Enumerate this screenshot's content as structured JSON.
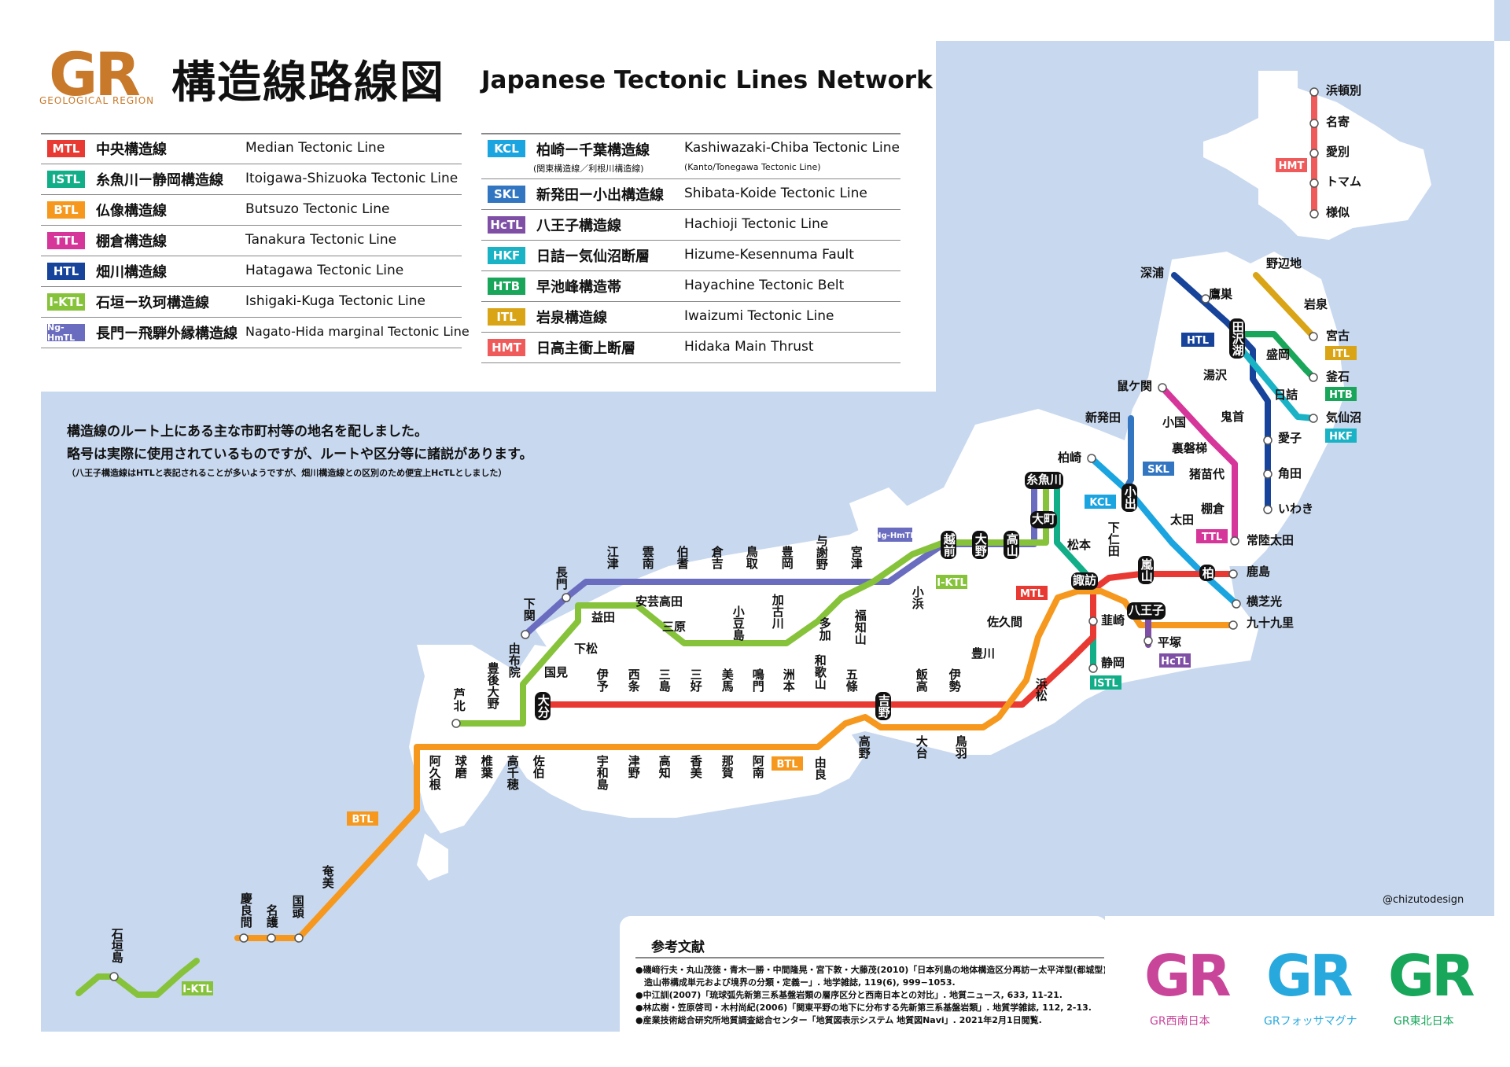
{
  "header": {
    "logo_text": "GR",
    "logo_sub": "GEOLOGICAL REGION",
    "title_jp": "構造線路線図",
    "title_en": "Japanese Tectonic Lines Network"
  },
  "colors": {
    "sea": "#c8d8ef",
    "land": "#ffffff",
    "logo": "#c8792a"
  },
  "legend": {
    "left": [
      {
        "code": "MTL",
        "jp": "中央構造線",
        "en": "Median Tectonic Line",
        "color": "#e83a33"
      },
      {
        "code": "ISTL",
        "jp": "糸魚川ー静岡構造線",
        "en": "Itoigawa-Shizuoka Tectonic Line",
        "color": "#12ae88"
      },
      {
        "code": "BTL",
        "jp": "仏像構造線",
        "en": "Butsuzo Tectonic Line",
        "color": "#f5981d"
      },
      {
        "code": "TTL",
        "jp": "棚倉構造線",
        "en": "Tanakura Tectonic Line",
        "color": "#d6369a"
      },
      {
        "code": "HTL",
        "jp": "畑川構造線",
        "en": "Hatagawa Tectonic Line",
        "color": "#17449a"
      },
      {
        "code": "I-KTL",
        "jp": "石垣ー玖珂構造線",
        "en": "Ishigaki-Kuga Tectonic Line",
        "color": "#86c33a"
      },
      {
        "code": "Ng-HmTL",
        "jp": "長門ー飛騨外縁構造線",
        "en": "Nagato-Hida marginal Tectonic Line",
        "color": "#6a6cc0"
      }
    ],
    "right": [
      {
        "code": "KCL",
        "jp": "柏崎ー千葉構造線",
        "sub": "(関東構造線／利根川構造線)",
        "en": "Kashiwazaki-Chiba Tectonic Line",
        "en_sub": "(Kanto/Tonegawa Tectonic Line)",
        "color": "#1ba5e0"
      },
      {
        "code": "SKL",
        "jp": "新発田ー小出構造線",
        "en": "Shibata-Koide Tectonic Line",
        "color": "#3276c2"
      },
      {
        "code": "HcTL",
        "jp": "八王子構造線",
        "en": "Hachioji Tectonic Line",
        "color": "#7f4fa6"
      },
      {
        "code": "HKF",
        "jp": "日詰ー気仙沼断層",
        "en": "Hizume-Kesennuma Fault",
        "color": "#19b3c5"
      },
      {
        "code": "HTB",
        "jp": "早池峰構造帯",
        "en": "Hayachine Tectonic Belt",
        "color": "#1aa65a"
      },
      {
        "code": "ITL",
        "jp": "岩泉構造線",
        "en": "Iwaizumi Tectonic Line",
        "color": "#d9a415"
      },
      {
        "code": "HMT",
        "jp": "日高主衝上断層",
        "en": "Hidaka Main Thrust",
        "color": "#ef5a5a"
      }
    ]
  },
  "notes": {
    "line1": "構造線のルート上にある主な市町村等の地名を配しました。",
    "line2": "略号は実際に使用されているものですが、ルートや区分等に諸説があります。",
    "line3": "（八王子構造線はHTLと表記されることが多いようですが、畑川構造線との区別のため便宜上HcTLとしました）"
  },
  "stations": {
    "浜頓別": "浜頓別",
    "名寄": "名寄",
    "愛別": "愛別",
    "トマム": "トマム",
    "様似": "様似",
    "深浦": "深浦",
    "鷹巣": "鷹巣",
    "田沢湖": "田沢湖",
    "盛岡": "盛岡",
    "湯沢": "湯沢",
    "日詰": "日詰",
    "鬼首": "鬼首",
    "愛子": "愛子",
    "角田": "角田",
    "いわき": "いわき",
    "野辺地": "野辺地",
    "岩泉": "岩泉",
    "宮古": "宮古",
    "釜石": "釜石",
    "気仙沼": "気仙沼",
    "鼠ケ関": "鼠ケ関",
    "小国": "小国",
    "裏磐梯": "裏磐梯",
    "猪苗代": "猪苗代",
    "棚倉": "棚倉",
    "常陸太田": "常陸太田",
    "新発田": "新発田",
    "小出": "小出",
    "太田": "太田",
    "柏崎": "柏崎",
    "柏": "柏",
    "鹿島": "鹿島",
    "横芝光": "横芝光",
    "九十九里": "九十九里",
    "糸魚川": "糸魚川",
    "大町": "大町",
    "松本": "松本",
    "下仁田": "下仁田",
    "嵐山": "嵐山",
    "八王子": "八王子",
    "平塚": "平塚",
    "諏訪": "諏訪",
    "韮崎": "韮崎",
    "静岡": "静岡",
    "佐久間": "佐久間",
    "豊川": "豊川",
    "浜松": "浜松",
    "越前": "越前",
    "大野": "大野",
    "高山": "高山",
    "小浜": "小浜",
    "下関": "下関",
    "長門": "長門",
    "江津": "江津",
    "雲南": "雲南",
    "伯耆": "伯耆",
    "倉吉": "倉吉",
    "鳥取": "鳥取",
    "豊岡": "豊岡",
    "与謝野": "与謝野",
    "宮津": "宮津",
    "益田": "益田",
    "安芸高田": "安芸高田",
    "三原": "三原",
    "小豆島": "小豆島",
    "加古川": "加古川",
    "多加": "多加",
    "福知山": "福知山",
    "下松": "下松",
    "由布院": "由布院",
    "国見": "国見",
    "豊後大野": "豊後大野",
    "芦北": "芦北",
    "大分": "大分",
    "伊予": "伊予",
    "西条": "西条",
    "三島": "三島",
    "三好": "三好",
    "美馬": "美馬",
    "鳴門": "鳴門",
    "洲本": "洲本",
    "和歌山": "和歌山",
    "五條": "五條",
    "吉野": "吉野",
    "飯高": "飯高",
    "伊勢": "伊勢",
    "阿久根": "阿久根",
    "球磨": "球磨",
    "椎葉": "椎葉",
    "高千穂": "高千穂",
    "佐伯": "佐伯",
    "宇和島": "宇和島",
    "津野": "津野",
    "高知": "高知",
    "香美": "香美",
    "那賀": "那賀",
    "阿南": "阿南",
    "由良": "由良",
    "高野": "高野",
    "大台": "大台",
    "鳥羽": "鳥羽",
    "奄美": "奄美",
    "国頭": "国頭",
    "名護": "名護",
    "慶良間": "慶良間",
    "石垣島": "石垣島"
  },
  "credit": "@chizutodesign",
  "references": {
    "title": "参考文献",
    "items": [
      "●磯﨑行夫・丸山茂徳・青木一勝・中間隆晃・宮下敦・大藤茂(2010)「日本列島の地体構造区分再訪ー太平洋型(都城型)",
      "　造山帯構成単元および境界の分類・定義ー」. 地学雑誌, 119(6), 999−1053.",
      "●中江訓(2007)「琉球弧先新第三系基盤岩類の層序区分と西南日本との対比」. 地質ニュース, 633, 11-21.",
      "●林広樹・笠原啓司・木村尚紀(2006)「関東平野の地下に分布する先新第三系基盤岩類」. 地質学雑誌, 112, 2-13.",
      "●産業技術総合研究所地質調査総合センター「地質図表示システム 地質図Navi」. 2021年2月1日閲覧."
    ]
  },
  "brands": [
    {
      "text": "GR",
      "label": "GR西南日本",
      "color": "#c8459a"
    },
    {
      "text": "GR",
      "label": "GRフォッサマグナ",
      "color": "#27a9de"
    },
    {
      "text": "GR",
      "label": "GR東北日本",
      "color": "#17a65a"
    }
  ]
}
